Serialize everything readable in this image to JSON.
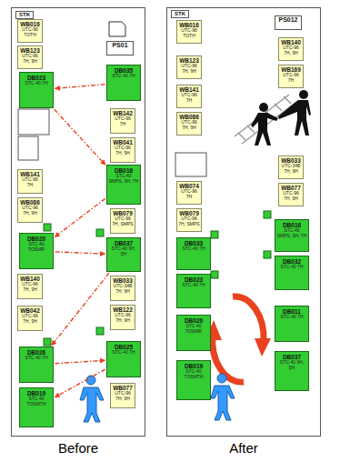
{
  "diagram": {
    "nodes": [
      {
        "text": [
          "Before"
        ]
      },
      {
        "text": [
          "STK"
        ],
        "in": 0
      },
      {
        "text": [
          "WB016",
          "UTC-96 TOTH"
        ],
        "in": 0
      },
      {
        "text": [
          "WB123",
          "UTC-96 7H, 9H"
        ],
        "in": 0
      },
      {
        "text": [
          "DB023",
          "STC-40 7H"
        ],
        "in": 0
      },
      {
        "text": [
          "WB141",
          "UTC-96 7H"
        ],
        "in": 0
      },
      {
        "text": [
          "WB086",
          "UTC-96 7H, 9H"
        ],
        "in": 0
      },
      {
        "text": [
          "DB020",
          "STC-40 TOSMR"
        ],
        "in": 0
      },
      {
        "text": [
          "WB140",
          "UTC-96 7H, 9H"
        ],
        "in": 0
      },
      {
        "text": [
          "WB042",
          "UTC-96 7H, 9H"
        ],
        "in": 0
      },
      {
        "text": [
          "DB026",
          "STC-40 7H"
        ],
        "in": 0
      },
      {
        "text": [
          "DB019",
          "STC-40 TOSMTH"
        ],
        "in": 0
      },
      {
        "text": [
          "PS01"
        ],
        "in": 0
      },
      {
        "text": [
          "DB035",
          "STC-40 7H"
        ],
        "in": 0
      },
      {
        "text": [
          "WB142",
          "UTC-96 7H"
        ],
        "in": 0
      },
      {
        "text": [
          "WB041",
          "UTC-96 7H, 9H"
        ],
        "in": 0
      },
      {
        "text": [
          "DB016",
          "STC-40 SMPS, 9H, 7H"
        ],
        "in": 0
      },
      {
        "text": [
          "WB079",
          "UTC-96 7H, SMPS"
        ],
        "in": 0
      },
      {
        "text": [
          "DB037",
          "STC-40 9H, 5H"
        ],
        "in": 0
      },
      {
        "text": [
          "WB033",
          "UTC-34B 7H, 9H"
        ],
        "in": 0
      },
      {
        "text": [
          "WB122",
          "UTC-96 7H, 9H"
        ],
        "in": 0
      },
      {
        "text": [
          "DB025",
          "STC-40 7H"
        ],
        "in": 0
      },
      {
        "text": [
          "WB077",
          "UTC-96 7H, 9H"
        ],
        "in": 0
      },
      {
        "text": [
          "After"
        ]
      },
      {
        "text": [
          "STK"
        ],
        "in": 23
      },
      {
        "text": [
          "WB016",
          "UTC-96 TOTH"
        ],
        "in": 23
      },
      {
        "text": [
          "WB123",
          "UTC-96 7H, 9H"
        ],
        "in": 23
      },
      {
        "text": [
          "WB141",
          "UTC-96 7H"
        ],
        "in": 23
      },
      {
        "text": [
          "WB086",
          "UTC-96 7H, 9H"
        ],
        "in": 23
      },
      {
        "text": [
          "WB074",
          "UTC-96 7H"
        ],
        "in": 23
      },
      {
        "text": [
          "WB079",
          "UTC-96 7H, SMPS"
        ],
        "in": 23
      },
      {
        "text": [
          "DB033",
          "STC-40 7H"
        ],
        "in": 23
      },
      {
        "text": [
          "DB023",
          "STC-40 7H"
        ],
        "in": 23
      },
      {
        "text": [
          "DB020",
          "STC-40 TOSMR"
        ],
        "in": 23
      },
      {
        "text": [
          "DB019",
          "STC-40 TOSMTH"
        ],
        "in": 23
      },
      {
        "text": [
          "PS012"
        ],
        "in": 23
      },
      {
        "text": [
          "WB140",
          "UTC-96 7H, 9H"
        ],
        "in": 23
      },
      {
        "text": [
          "WB169",
          "UTC-96 7H"
        ],
        "in": 23
      },
      {
        "text": [
          "WB033",
          "UTC-34B 7H, 9H"
        ],
        "in": 23
      },
      {
        "text": [
          "WB077",
          "UTC-96 7H, 9H"
        ],
        "in": 23
      },
      {
        "text": [
          "DB016",
          "STC-40 SMPS, 9H, 7H"
        ],
        "in": 23
      },
      {
        "text": [
          "DB032",
          "STC-40 7H"
        ],
        "in": 23
      },
      {
        "text": [
          "DB011",
          "STC-40 7H"
        ],
        "in": 23
      },
      {
        "text": [
          "DB037",
          "STC-40 9H, 5H"
        ],
        "in": 23
      }
    ],
    "edges": [
      {
        "from": 13,
        "to": 4,
        "arrow": "to"
      },
      {
        "from": 4,
        "to": 16,
        "arrow": "to"
      },
      {
        "from": 16,
        "to": 7,
        "arrow": "to"
      },
      {
        "from": 7,
        "to": 18,
        "arrow": "to"
      },
      {
        "from": 18,
        "to": 10,
        "arrow": "to"
      },
      {
        "from": 10,
        "to": 21,
        "arrow": "to"
      },
      {
        "from": 21,
        "to": 11,
        "arrow": "to"
      }
    ]
  }
}
